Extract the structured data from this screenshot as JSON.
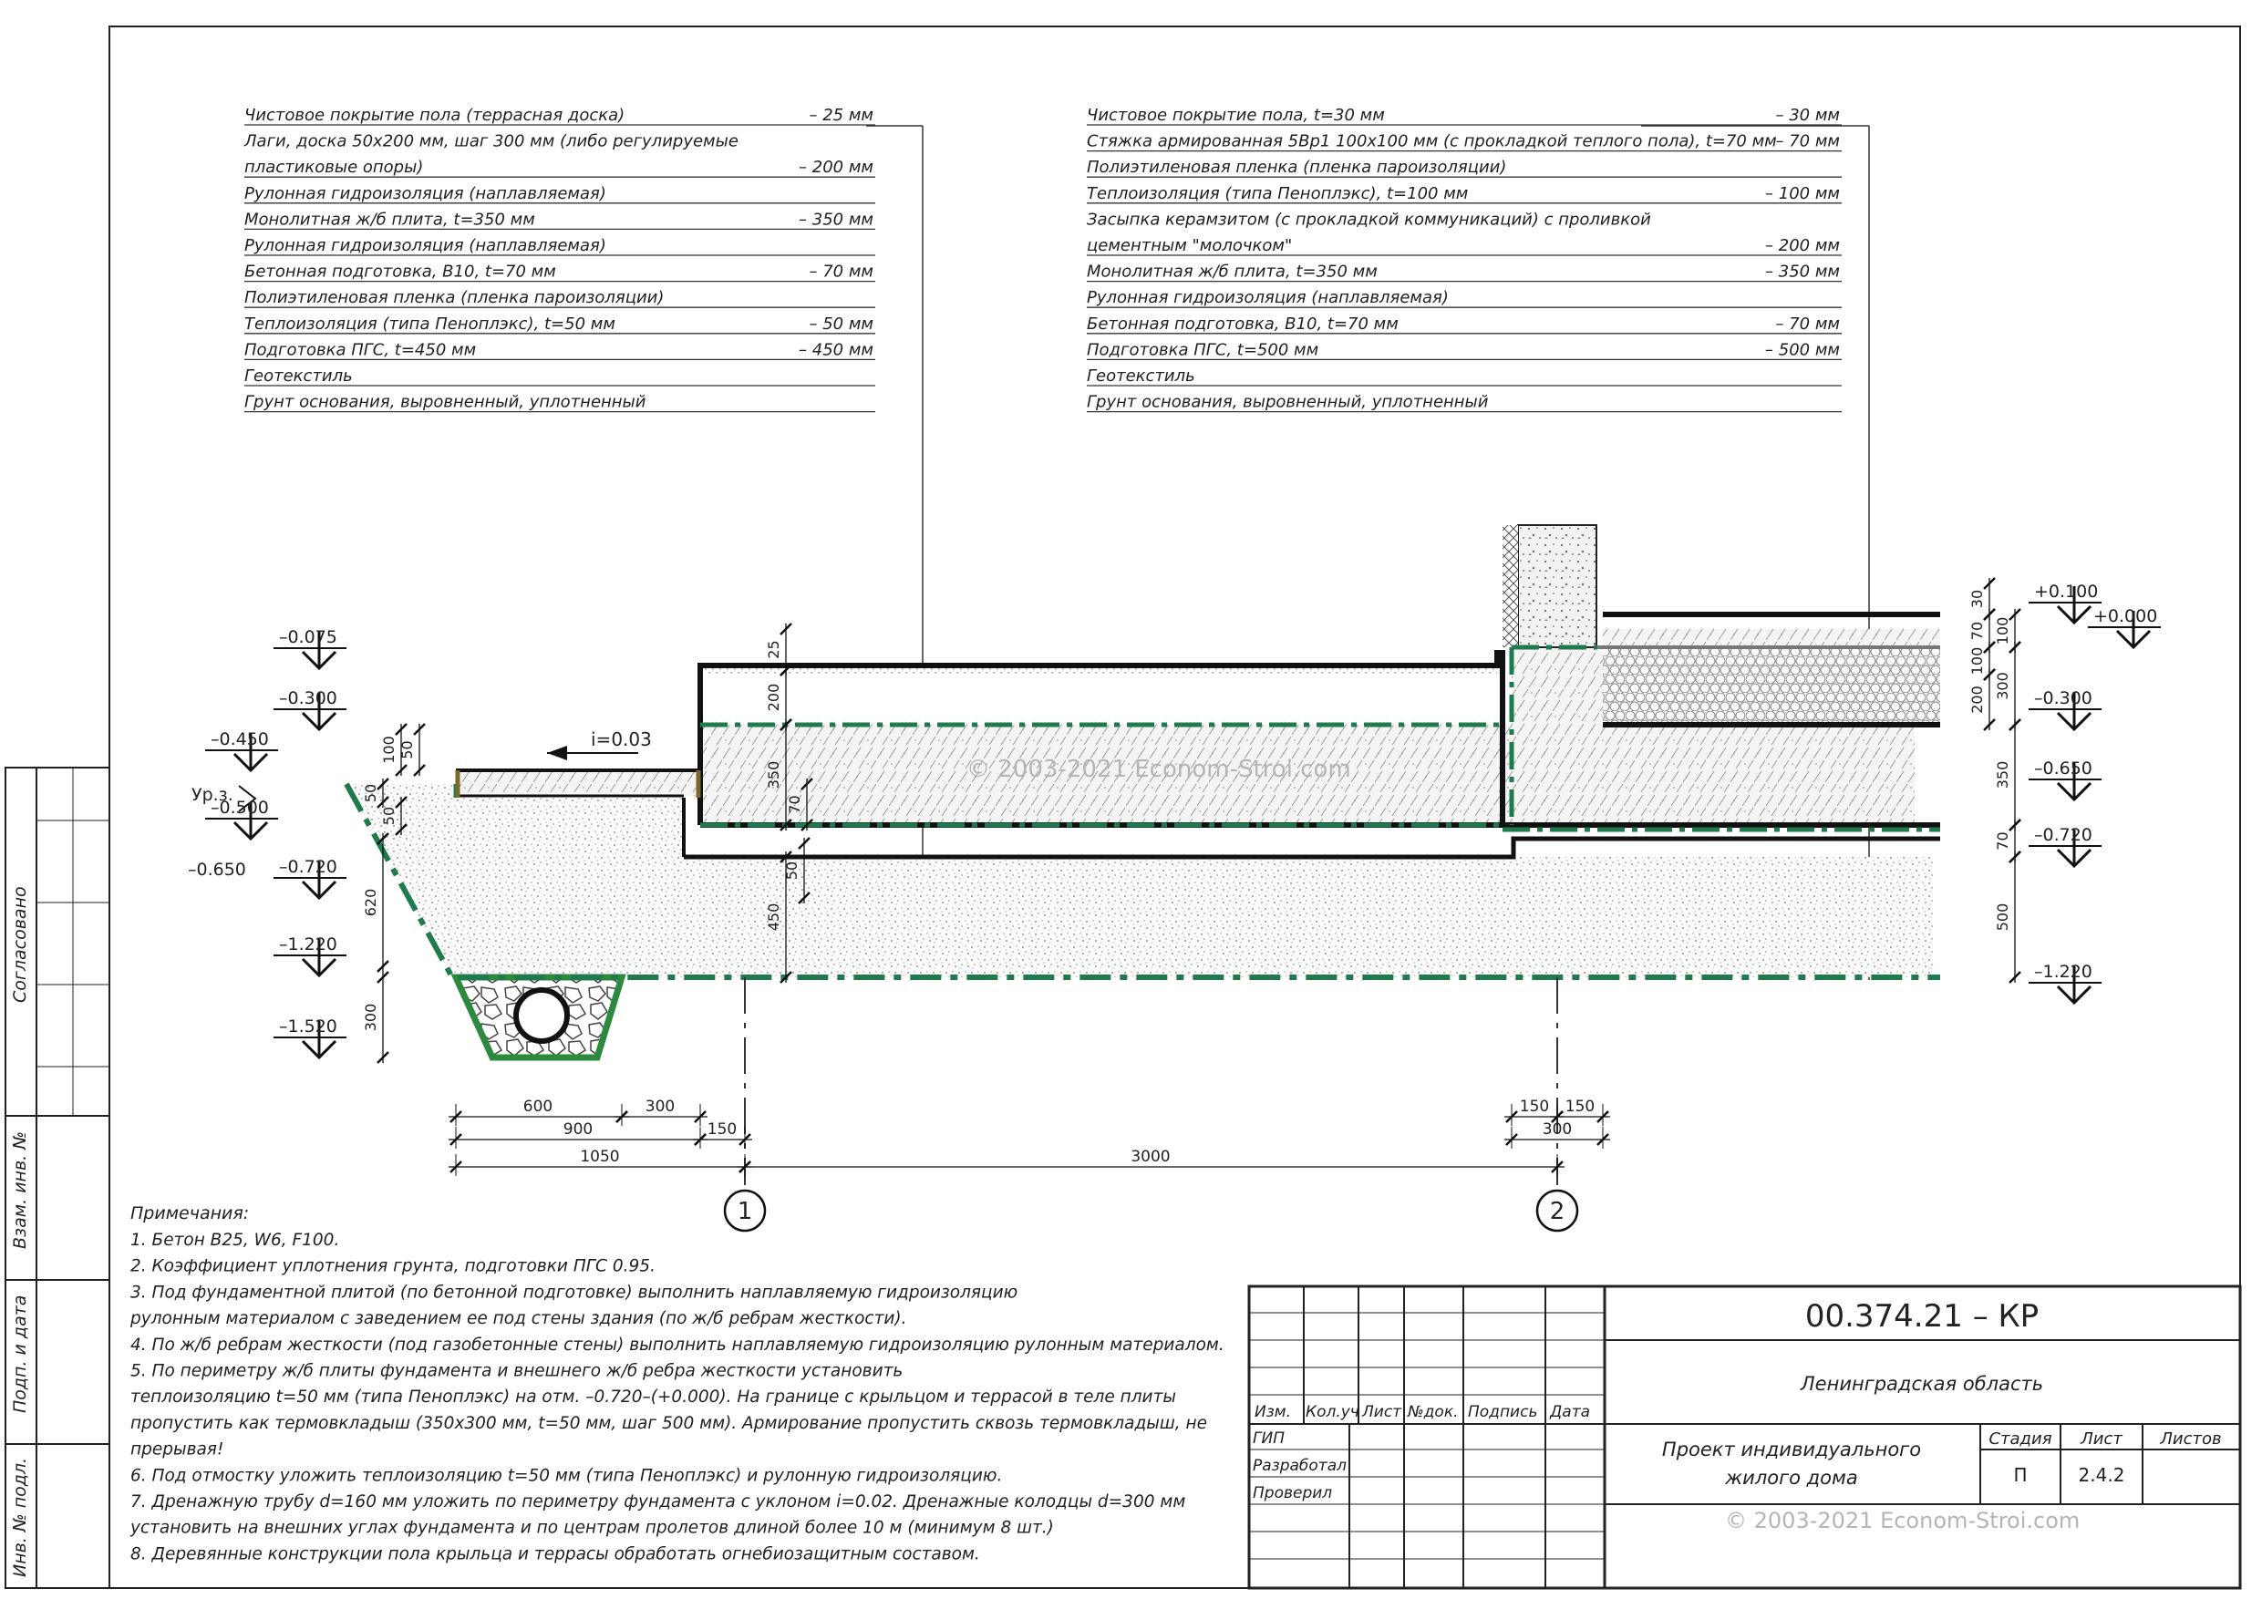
{
  "left_layers": [
    {
      "text": "Чистовое покрытие пола (террасная доска)",
      "dim": "– 25 мм"
    },
    {
      "text": "Лаги, доска 50х200 мм, шаг 300 мм (либо регулируемые",
      "dim": ""
    },
    {
      "text": "пластиковые опоры)",
      "dim": "– 200 мм"
    },
    {
      "text": "Рулонная гидроизоляция (наплавляемая)",
      "dim": ""
    },
    {
      "text": "Монолитная ж/б плита, t=350 мм",
      "dim": "– 350 мм"
    },
    {
      "text": "Рулонная гидроизоляция (наплавляемая)",
      "dim": ""
    },
    {
      "text": "Бетонная подготовка, В10, t=70 мм",
      "dim": "– 70 мм"
    },
    {
      "text": "Полиэтиленовая пленка (пленка пароизоляции)",
      "dim": ""
    },
    {
      "text": "Теплоизоляция (типа Пеноплэкс), t=50 мм",
      "dim": "– 50 мм"
    },
    {
      "text": "Подготовка ПГС, t=450 мм",
      "dim": "– 450 мм"
    },
    {
      "text": "Геотекстиль",
      "dim": ""
    },
    {
      "text": "Грунт основания, выровненный, уплотненный",
      "dim": ""
    }
  ],
  "right_layers": [
    {
      "text": "Чистовое покрытие пола, t=30 мм",
      "dim": "– 30 мм"
    },
    {
      "text": "Стяжка армированная 5Вр1 100х100 мм (с прокладкой теплого пола), t=70 мм",
      "dim": "– 70 мм"
    },
    {
      "text": "Полиэтиленовая пленка (пленка пароизоляции)",
      "dim": ""
    },
    {
      "text": "Теплоизоляция (типа Пеноплэкс), t=100 мм",
      "dim": "– 100 мм"
    },
    {
      "text": "Засыпка керамзитом (с прокладкой коммуникаций) с проливкой",
      "dim": ""
    },
    {
      "text": "цементным \"молочком\"",
      "dim": "– 200 мм"
    },
    {
      "text": "Монолитная ж/б плита, t=350 мм",
      "dim": "– 350 мм"
    },
    {
      "text": "Рулонная гидроизоляция (наплавляемая)",
      "dim": ""
    },
    {
      "text": "Бетонная подготовка, В10, t=70 мм",
      "dim": "– 70 мм"
    },
    {
      "text": "Подготовка ПГС, t=500 мм",
      "dim": "– 500 мм"
    },
    {
      "text": "Геотекстиль",
      "dim": ""
    },
    {
      "text": "Грунт основания, выровненный, уплотненный",
      "dim": ""
    }
  ],
  "elevations_left": [
    "–0.075",
    "–0.300",
    "–0.450",
    "Ур.з.",
    "–0.500",
    "–0.650",
    "–0.720",
    "–1.220",
    "–1.520"
  ],
  "elevations_right": [
    "+0.100",
    "+0.000",
    "–0.300",
    "–0.650",
    "–0.720",
    "–1.220"
  ],
  "slope_label": "i=0.03",
  "dims_left_vertical": [
    "100",
    "50",
    "50",
    "50",
    "620",
    "300"
  ],
  "dims_slab_vertical": [
    "25",
    "200",
    "350",
    "70",
    "50",
    "450"
  ],
  "dims_right_vertical": [
    "30",
    "70",
    "100",
    "100",
    "300",
    "200",
    "350",
    "70",
    "500"
  ],
  "dims_horizontal": [
    "600",
    "300",
    "900",
    "150",
    "1050",
    "3000",
    "150",
    "150",
    "300"
  ],
  "axes": [
    "1",
    "2"
  ],
  "watermark": "© 2003-2021 Econom-Stroi.com",
  "notes_title": "Примечания:",
  "notes": [
    "1. Бетон В25, W6, F100.",
    "2. Коэффициент уплотнения грунта, подготовки ПГС 0.95.",
    "3. Под фундаментной плитой (по бетонной подготовке) выполнить наплавляемую гидроизоляцию",
    "рулонным материалом с заведением ее под стены здания (по ж/б ребрам жесткости).",
    "4. По ж/б ребрам жесткости (под газобетонные стены) выполнить наплавляемую гидроизоляцию рулонным материалом.",
    "5. По периметру ж/б плиты фундамента и внешнего ж/б ребра жесткости установить",
    "теплоизоляцию t=50 мм (типа Пеноплэкс) на отм. –0.720–(+0.000). На границе с крыльцом и террасой в теле плиты",
    "пропустить как термовкладыш (350х300 мм, t=50 мм, шаг 500 мм). Армирование пропустить сквозь термовкладыш, не",
    "прерывая!",
    "6. Под отмостку уложить теплоизоляцию t=50 мм (типа Пеноплэкс) и рулонную гидроизоляцию.",
    "7. Дренажную трубу d=160 мм уложить по периметру фундамента с уклоном i=0.02. Дренажные колодцы d=300 мм",
    "установить на внешних углах фундамента и по центрам пролетов длиной более 10 м (минимум 8 шт.)",
    "8. Деревянные конструкции пола крыльца и террасы обработать огнебиозащитным составом."
  ],
  "side_stamps": [
    "Согласовано",
    "Взам. инв. №",
    "Подп. и дата",
    "Инв. № подл."
  ],
  "title_block": {
    "code": "00.374.21 – КР",
    "region": "Ленинградская область",
    "headers": [
      "Изм.",
      "Кол.уч",
      "Лист",
      "№док.",
      "Подпись",
      "Дата"
    ],
    "roles": [
      "ГИП",
      "Разработал",
      "Проверил"
    ],
    "project_line1": "Проект индивидуального",
    "project_line2": "жилого дома",
    "stage_label": "Стадия",
    "sheet_label": "Лист",
    "sheets_label": "Листов",
    "stage": "П",
    "sheet": "2.4.2",
    "sheets": ""
  }
}
